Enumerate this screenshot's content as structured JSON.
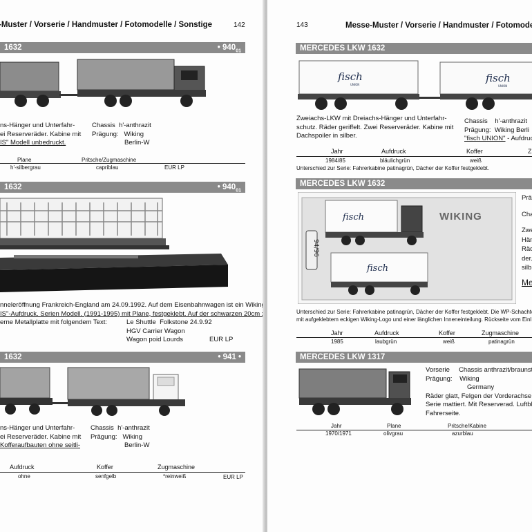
{
  "left": {
    "header": "-Muster / Vorserie / Handmuster / Fotomodelle / Sonstige",
    "page_number": "142",
    "e1": {
      "bar_title": "1632",
      "bar_number": "• 940",
      "bar_number_sub": "01",
      "lines": [
        "ns-Hänger und Unterfahr-",
        "ei Reserveräder. Kabine mit",
        "IS\" Modell unbedruckt."
      ],
      "chassis_label": "Chassis",
      "chassis_value": "h'-anthrazit",
      "praegung_label": "Prägung:",
      "praegung_value": "Wiking",
      "praegung_value2": "Berlin-W",
      "col1_header": "Plane",
      "col2_header": "Pritsche/Zugmaschine",
      "col1_value": "h'-silbergrau",
      "col2_value": "capriblau",
      "price": "EUR LP"
    },
    "e2": {
      "bar_title": "1632",
      "bar_number": "• 940",
      "bar_number_sub": "01",
      "lines": [
        "nneleröffnung Frankreich-England am 24.09.1992. Auf dem Eisenbahnwagen ist ein Wiking",
        "IS\"-Aufdruck. Serien Modell. (1991-1995) mit Plane, festgeklebt. Auf der schwarzen 20cm x",
        "erne Metallplatte mit folgendem Text:"
      ],
      "plate_line1a": "Le Shuttle",
      "plate_line1b": "Folkstone 24.9.92",
      "plate_line2": "HGV Carrier Wagon",
      "plate_line3": "Wagon poid Lourds",
      "price": "EUR LP"
    },
    "e3": {
      "bar_title": "1632",
      "bar_number": "• 941 •",
      "lines": [
        "ns-Hänger und Unterfahr-",
        "ei Reserveräder. Kabine mit",
        "Kofferaufbauten ohne seitli-"
      ],
      "chassis_label": "Chassis",
      "chassis_value": "h'-anthrazit",
      "praegung_label": "Prägung:",
      "praegung_value": "Wiking",
      "praegung_value2": "Berlin-W",
      "col1_header": "Aufdruck",
      "col2_header": "Koffer",
      "col3_header": "Zugmaschine",
      "col1_value": "ohne",
      "col2_value": "senfgelb",
      "col3_value": "*reinweiß",
      "price": "EUR LP"
    }
  },
  "right": {
    "page_number": "143",
    "header": "Messe-Muster / Vorserie / Handmuster / Fotomodelle / S",
    "e1": {
      "bar_title": "MERCEDES LKW 1632",
      "logo_text": "fisch",
      "logo_sub": "UNION",
      "lines": [
        "Zweiachs-LKW mit Dreiachs-Hänger und Unterfahr-",
        "schutz. Räder geriffelt. Zwei Reserveräder. Kabine mit",
        "Dachspoiler in silber."
      ],
      "chassis_label": "Chassis",
      "chassis_value": "h'-anthrazit",
      "praegung_label": "Prägung:",
      "praegung_value": "Wiking Berli",
      "print_text": "\"fisch UNION\"",
      "print_suffix": " - Aufdruc",
      "col1_header": "Jahr",
      "col2_header": "Aufdruck",
      "col3_header": "Koffer",
      "col4_header": "Z",
      "col1_value": "1984/85",
      "col2_value": "bläulichgrün",
      "col3_value": "weiß",
      "note": "Unterschied zur Serie: Fahrerkabine patinagrün, Dächer der Koffer festgeklebt."
    },
    "e2": {
      "bar_title": "MERCEDES LKW 1632",
      "box_brand": "WIKING",
      "handwritten": "94/96",
      "side_lines": [
        "Prä",
        "Cha",
        "Zwe",
        "Hän",
        "Räd",
        "der.",
        "silb"
      ],
      "side_link": "Me",
      "note1": "Unterschied zur Serie: Fahrerkabine patinagrün, Dächer der Koffer festgeklebt. Die WP-Schachtel",
      "note2": "mit aufgeklebtem eckigen Wiking-Logo und einer länglichen Inneneinteilung. Rückseite vom Einl",
      "col1_header": "Jahr",
      "col2_header": "Aufdruck",
      "col3_header": "Koffer",
      "col4_header": "Zugmaschine",
      "col1_value": "1985",
      "col2_value": "laubgrün",
      "col3_value": "weiß",
      "col4_value": "patinagrün"
    },
    "e3": {
      "bar_title": "MERCEDES LKW 1317",
      "vorserie_label": "Vorserie",
      "chassis_value": "Chassis anthrazit/braunsti",
      "praegung_label": "Prägung:",
      "praegung_value": "Wiking",
      "praegung_value2": "Germany",
      "lines": [
        "Räder glatt, Felgen der Vorderachse fla",
        "Serie mattiert. Mit Reserverad. Luftbla",
        "Fahrerseite."
      ],
      "col1_header": "Jahr",
      "col2_header": "Plane",
      "col3_header": "Pritsche/Kabine",
      "col1_value": "1970/1971",
      "col2_value": "olivgrau",
      "col3_value": "azurblau"
    }
  }
}
